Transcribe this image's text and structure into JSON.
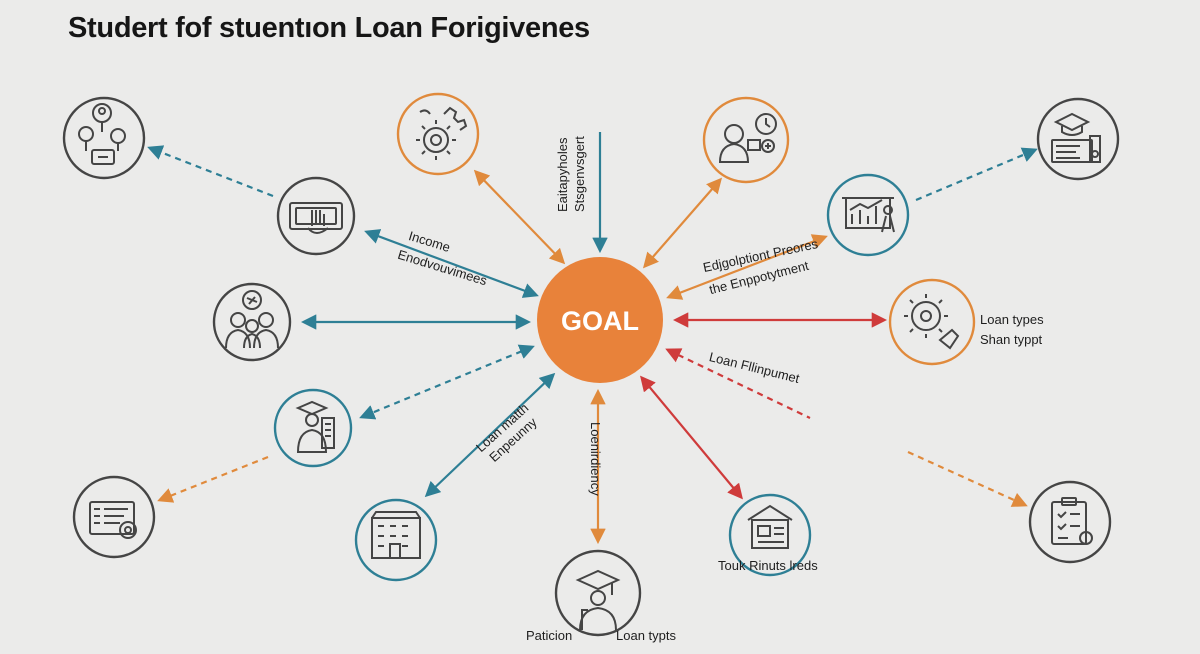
{
  "title": "Studert fof stuentıon Loan Forigivenes",
  "center": {
    "label": "GOAL",
    "color": "#e8823a"
  },
  "colors": {
    "orange": "#e08a3c",
    "teal": "#2e7f95",
    "red": "#cf3b3b",
    "gray": "#454545",
    "background": "#ebebea"
  },
  "nodes": [
    {
      "id": "profiles",
      "icon": "people-network-icon"
    },
    {
      "id": "money",
      "icon": "cash-hand-icon"
    },
    {
      "id": "group",
      "icon": "group-people-icon"
    },
    {
      "id": "graduate-books",
      "icon": "graduate-books-icon"
    },
    {
      "id": "form",
      "icon": "form-gear-icon"
    },
    {
      "id": "building",
      "icon": "office-building-icon"
    },
    {
      "id": "graduate",
      "icon": "graduate-cap-icon"
    },
    {
      "id": "house",
      "icon": "house-document-icon"
    },
    {
      "id": "checklist",
      "icon": "checklist-clipboard-icon"
    },
    {
      "id": "gear",
      "icon": "gear-hand-icon"
    },
    {
      "id": "chart",
      "icon": "chart-presentation-icon"
    },
    {
      "id": "cap-certificate",
      "icon": "cap-certificate-icon"
    },
    {
      "id": "people-clock",
      "icon": "people-clock-icon"
    },
    {
      "id": "gears",
      "icon": "gears-icon"
    }
  ],
  "labels": {
    "top_line1": "Eaitapyholes",
    "top_line2": "Stsgenvsgert",
    "income_line1": "Income",
    "income_line2": "Enodvouvimees",
    "employment_line1": "Edjgolptiont Preores",
    "employment_line2": "the Enppotytment",
    "loan_types_line1": "Loan types",
    "loan_types_line2": "Shan typpt",
    "loan_fulfilment": "Loan Fllinpumet",
    "loan_math_line1": "Loan matth",
    "loan_math_line2": "Enpeunny",
    "vertical_bottom": "Loenirdiency",
    "tour_needs": "Touk Rinuts lreds",
    "patience": "Paticion",
    "loan_types_bottom": "Loan typts"
  }
}
